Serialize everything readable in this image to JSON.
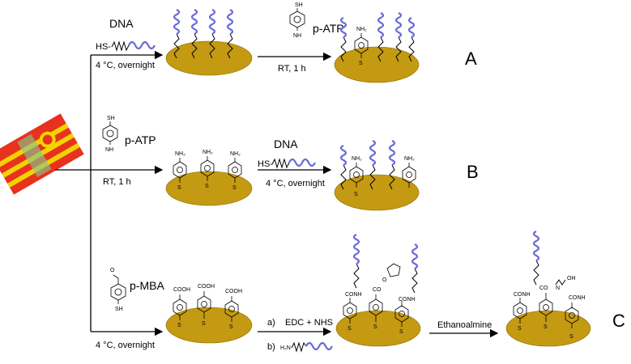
{
  "colors": {
    "gold_surface": "#c49a12",
    "dna_strand": "#6a6ad8",
    "electrode_red": "#e8321e",
    "electrode_yellow": "#f2d400",
    "electrode_green": "#88c48a"
  },
  "route_a": {
    "label": "A",
    "step1_reagent": "DNA",
    "step1_thiol_prefix": "HS-",
    "step1_condition": "4 °C, overnight",
    "step2_reagent": "p-ATP",
    "step2_sh": "SH",
    "step2_nh2": "NH",
    "step2_condition": "RT, 1 h"
  },
  "route_b": {
    "label": "B",
    "step1_reagent": "p-ATP",
    "step1_sh": "SH",
    "step1_nh2": "NH",
    "step1_condition": "RT, 1 h",
    "step2_reagent": "DNA",
    "step2_thiol_prefix": "HS-",
    "step2_condition": "4 °C, overnight"
  },
  "route_c": {
    "label": "C",
    "step1_reagent": "p-MBA",
    "step1_condition": "4 °C, overnight",
    "step2_a_marker": "a)",
    "step2_a_reagent": "EDC + NHS",
    "step2_b_marker": "b)",
    "step2_b_prefix": "H₂N",
    "step3_reagent": "Ethanoalmine"
  },
  "surface_groups": {
    "nh2": "NH₂",
    "s": "S",
    "cooh": "COOH",
    "conh": "CONH",
    "co": "CO",
    "co_n": "CO",
    "n": "N",
    "oh": "OH",
    "o": "O"
  }
}
